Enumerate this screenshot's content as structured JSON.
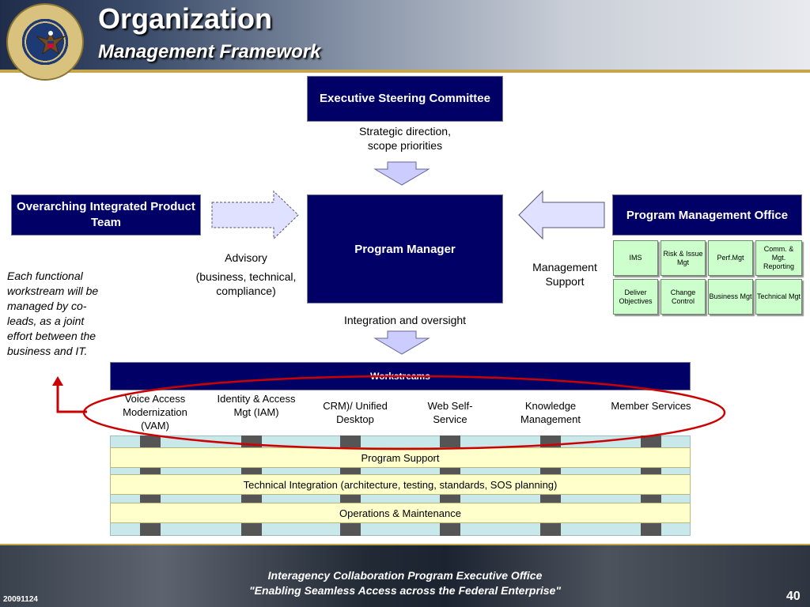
{
  "header": {
    "title": "Organization",
    "subtitle": "Management Framework"
  },
  "colors": {
    "navy": "#000066",
    "green_box": "#ccffcc",
    "layer_fill": "#ffffcc",
    "band_fill": "#c9e8ea",
    "callout_red": "#cc0000",
    "arrow_fill": "#ccccff"
  },
  "top": {
    "executive_steering": "Executive Steering Committee",
    "strategic": [
      "Strategic direction,",
      "scope priorities"
    ]
  },
  "center": {
    "program_manager": "Program Manager",
    "integration": "Integration and oversight"
  },
  "left": {
    "oipt": "Overarching Integrated Product Team",
    "advisory": "Advisory",
    "advisory_detail": "(business, technical, compliance)",
    "note": "Each functional workstream will be managed by co-leads, as a joint effort between the business and IT."
  },
  "right": {
    "pmo": "Program Management Office",
    "management_support": "Management Support",
    "pmo_items": [
      "IMS",
      "Risk & Issue Mgt",
      "Perf.Mgt",
      "Comm. & Mgt. Reporting",
      "Deliver Objectives",
      "Change Control",
      "Business Mgt",
      "Technical Mgt"
    ]
  },
  "workstreams": {
    "label": "Workstreams",
    "items": [
      "Voice Access Modernization (VAM)",
      "Identity & Access Mgt (IAM)",
      "CRM)/ Unified Desktop",
      "Web Self-Service",
      "Knowledge Management",
      "Member Services"
    ]
  },
  "layers": [
    "Program Support",
    "Technical Integration (architecture, testing, standards, SOS planning)",
    "Operations & Maintenance"
  ],
  "footer": {
    "line1": "Interagency Collaboration Program Executive Office",
    "line2": "\"Enabling Seamless Access across the Federal Enterprise\"",
    "date": "20091124",
    "page": "40"
  }
}
